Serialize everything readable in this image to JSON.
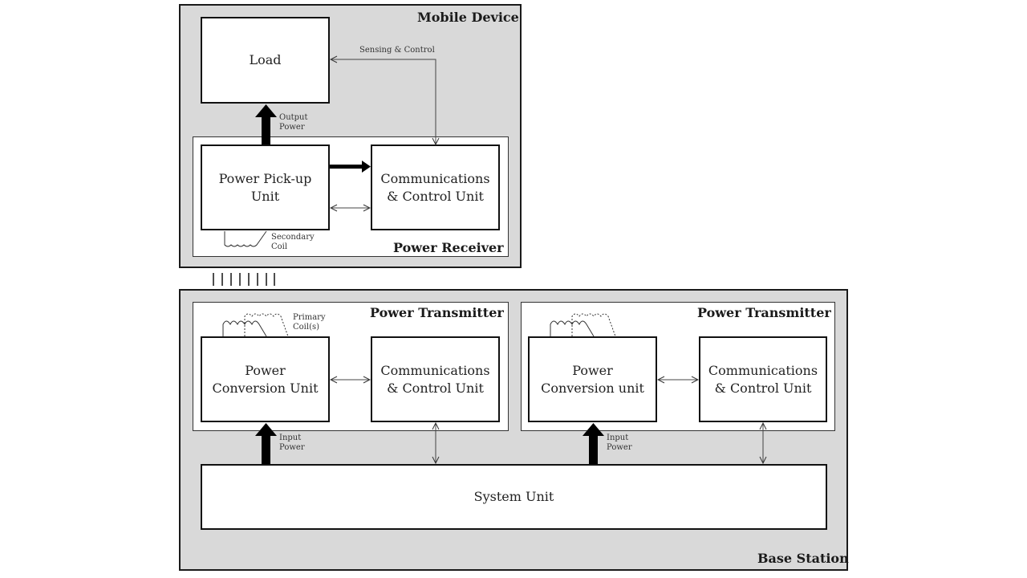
{
  "mobile_device": {
    "title": "Mobile Device",
    "load_label": "Load",
    "sensing_label": "Sensing & Control",
    "output_power_label": "Output\nPower",
    "power_receiver": {
      "title": "Power Receiver",
      "pickup_label": "Power Pick-up\nUnit",
      "comm_label": "Communications\n& Control Unit",
      "secondary_coil_label": "Secondary\nCoil"
    }
  },
  "coupling_lines_count": 8,
  "base_station": {
    "title": "Base Station",
    "system_unit_label": "System Unit",
    "transmitters": [
      {
        "title": "Power Transmitter",
        "conversion_label": "Power\nConversion Unit",
        "comm_label": "Communications\n& Control Unit",
        "primary_coil_label": "Primary\nCoil(s)",
        "input_power_label": "Input\nPower"
      },
      {
        "title": "Power Transmitter",
        "conversion_label": "Power\nConversion unit",
        "comm_label": "Communications\n& Control Unit",
        "primary_coil_label": "",
        "input_power_label": "Input\nPower"
      }
    ]
  }
}
